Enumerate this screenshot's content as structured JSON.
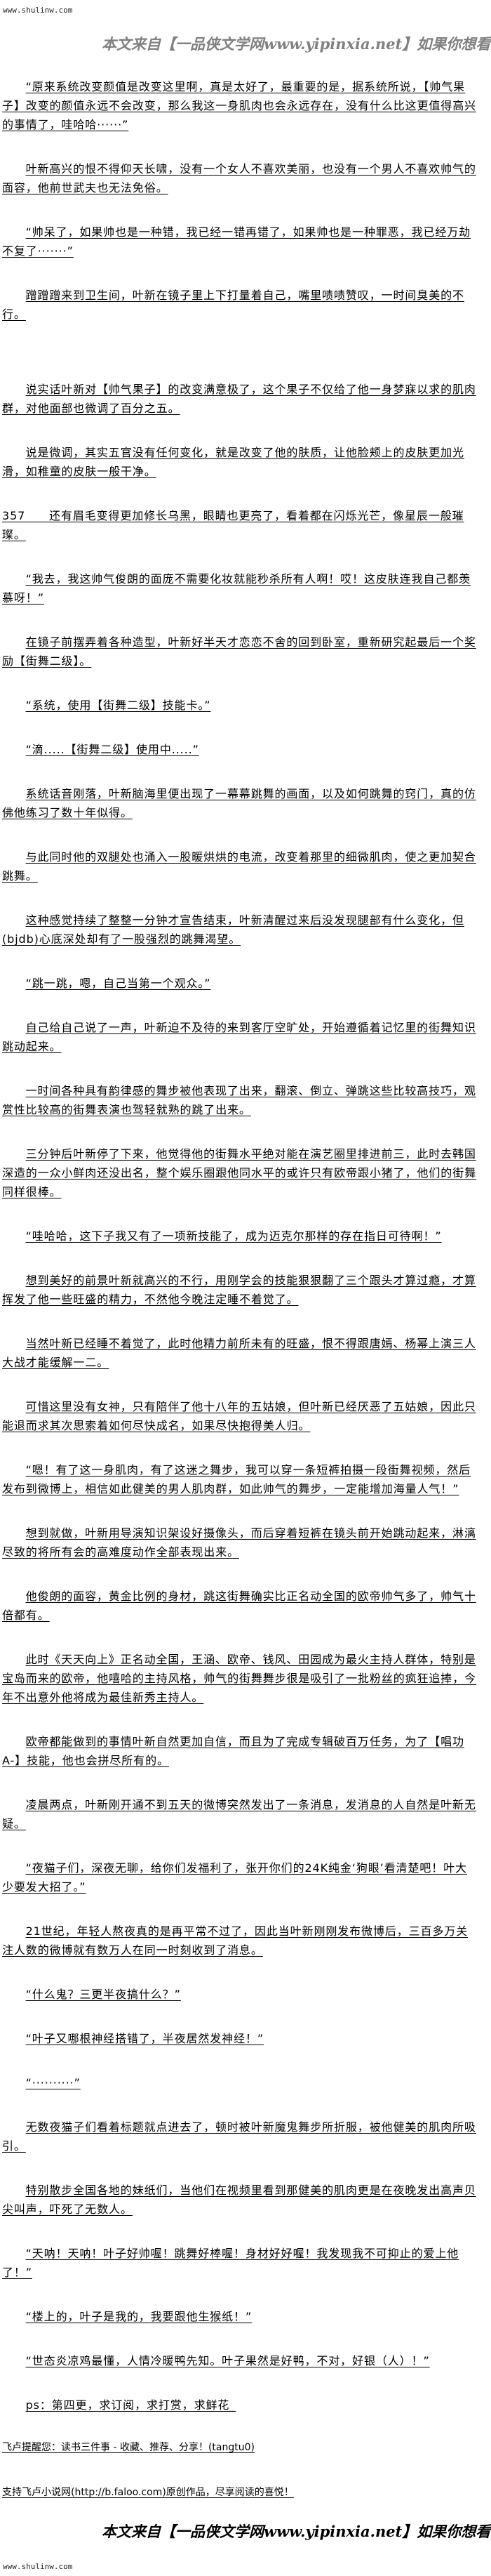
{
  "site": "www.shulinw.com",
  "banner": "本文来自【一品侠文学网www.yipinxia.net】如果你想看完整版小说，请",
  "paragraphs": [
    "“原来系统改变颜值是改变这里啊，真是太好了，最重要的是，据系统所说，【帅气果子】改变的颜值永远不会改变，那么我这一身肌肉也会永远存在，没有什么比这更值得高兴的事情了，哇哈哈······”",
    "叶新高兴的恨不得仰天长啸，没有一个女人不喜欢美丽，也没有一个男人不喜欢帅气的面容，他前世武夫也无法免俗。",
    "“帅呆了，如果帅也是一种错，我已经一错再错了，如果帅也是一种罪恶，我已经万劫不复了·······”",
    "蹭蹭蹭来到卫生间，叶新在镜子里上下打量着自己，嘴里啧啧赞叹，一时间臭美的不行。",
    "说实话叶新对【帅气果子】的改变满意极了，这个果子不仅给了他一身梦寐以求的肌肉群，对他面部也微调了百分之五。",
    "说是微调，其实五官没有任何变化，就是改变了他的肤质，让他脸颊上的皮肤更加光滑，如稚童的皮肤一般干净。",
    "357　　还有眉毛变得更加修长乌黑，眼睛也更亮了，看着都在闪烁光芒，像星辰一般璀璨。",
    "“我去，我这帅气俊朗的面庞不需要化妆就能秒杀所有人啊！哎！这皮肤连我自己都羡慕呀！”",
    "在镜子前摆弄着各种造型，叶新好半天才恋恋不舍的回到卧室，重新研究起最后一个奖励【街舞二级】。",
    "“系统，使用【街舞二级】技能卡。”",
    "“滴.....【街舞二级】使用中.....”",
    "系统话音刚落，叶新脑海里便出现了一幕幕跳舞的画面，以及如何跳舞的窍门，真的仿佛他练习了数十年似得。",
    "与此同时他的双腿处也涌入一股暖烘烘的电流，改变着那里的细微肌肉，使之更加契合跳舞。",
    "这种感觉持续了整整一分钟才宣告结束，叶新清醒过来后没发现腿部有什么变化，但(bjdb)心底深处却有了一股强烈的跳舞渴望。",
    "“跳一跳，嗯，自己当第一个观众。”",
    "自己给自己说了一声，叶新迫不及待的来到客厅空旷处，开始遵循着记忆里的街舞知识跳动起来。",
    "一时间各种具有韵律感的舞步被他表现了出来，翻滚、倒立、弹跳这些比较高技巧，观赏性比较高的街舞表演也驾轻就熟的跳了出来。",
    "三分钟后叶新停了下来，他觉得他的街舞水平绝对能在演艺圈里排进前三，此时去韩国深造的一众小鲜肉还没出名，整个娱乐圈跟他同水平的或许只有欧帝跟小猪了，他们的街舞同样很棒。",
    "“哇哈哈，这下子我又有了一项新技能了，成为迈克尔那样的存在指日可待啊！”",
    "想到美好的前景叶新就高兴的不行，用刚学会的技能狠狠翻了三个跟头才算过瘾，才算挥发了他一些旺盛的精力，不然他今晚注定睡不着觉了。",
    "当然叶新已经睡不着觉了，此时他精力前所未有的旺盛，恨不得跟唐嫣、杨幂上演三人大战才能缓解一二。",
    "可惜这里没有女神，只有陪伴了他十八年的五姑娘，但叶新已经厌恶了五姑娘，因此只能退而求其次思索着如何尽快成名，如果尽快抱得美人归。",
    "“嗯！有了这一身肌肉，有了这迷之舞步，我可以穿一条短裤拍摄一段街舞视频，然后发布到微博上，相信如此健美的男人肌肉群，如此帅气的舞步，一定能增加海量人气！”",
    "想到就做，叶新用导演知识架设好摄像头，而后穿着短裤在镜头前开始跳动起来，淋漓尽致的将所有会的高难度动作全部表现出来。",
    "他俊朗的面容，黄金比例的身材，跳这街舞确实比正名动全国的欧帝帅气多了，帅气十倍都有。",
    "此时《天天向上》正名动全国，王涵、欧帝、钱风、田园成为最火主持人群体，特别是宝岛而来的欧帝，他嘻哈的主持风格，帅气的街舞舞步很是吸引了一批粉丝的疯狂追捧，今年不出意外他将成为最佳新秀主持人。",
    "欧帝都能做到的事情叶新自然更加自信，而且为了完成专辑破百万任务，为了【唱功A-】技能，他也会拼尽所有的。",
    "凌晨两点，叶新刚开通不到五天的微博突然发出了一条消息，发消息的人自然是叶新无疑。",
    "“夜猫子们，深夜无聊，给你们发福利了，张开你们的24K纯金‘狗眼’看清楚吧！叶大少要发大招了。”",
    "21世纪，年轻人熬夜真的是再平常不过了，因此当叶新刚刚发布微博后，三百多万关注人数的微博就有数万人在同一时刻收到了消息。",
    "“什么鬼？三更半夜搞什么？”",
    "“叶子又哪根神经搭错了，半夜居然发神经！”",
    "“··········”",
    "无数夜猫子们看着标题就点进去了，顿时被叶新魔鬼舞步所折服，被他健美的肌肉所吸引。",
    "特别散步全国各地的妹纸们，当他们在视频里看到那健美的肌肉更是在夜晚发出高声贝尖叫声，吓死了无数人。",
    "“天呐！天呐！叶子好帅喔！跳舞好棒喔！身材好好喔！我发现我不可抑止的爱上他了！”",
    "“楼上的，叶子是我的，我要跟他生猴纸！”",
    "“世态炎凉鸡最懂，人情冷暖鸭先知。叶子果然是好鸭，不对，好银（人）！”",
    "ps：第四更，求订阅，求打赏，求鲜花_"
  ],
  "footer": [
    "飞卢提醒您：读书三件事 - 收藏、推荐、分享！(tangtu0)",
    "支持飞卢小说网(http://b.faloo.com)原创作品，尽享阅读的喜悦！"
  ]
}
